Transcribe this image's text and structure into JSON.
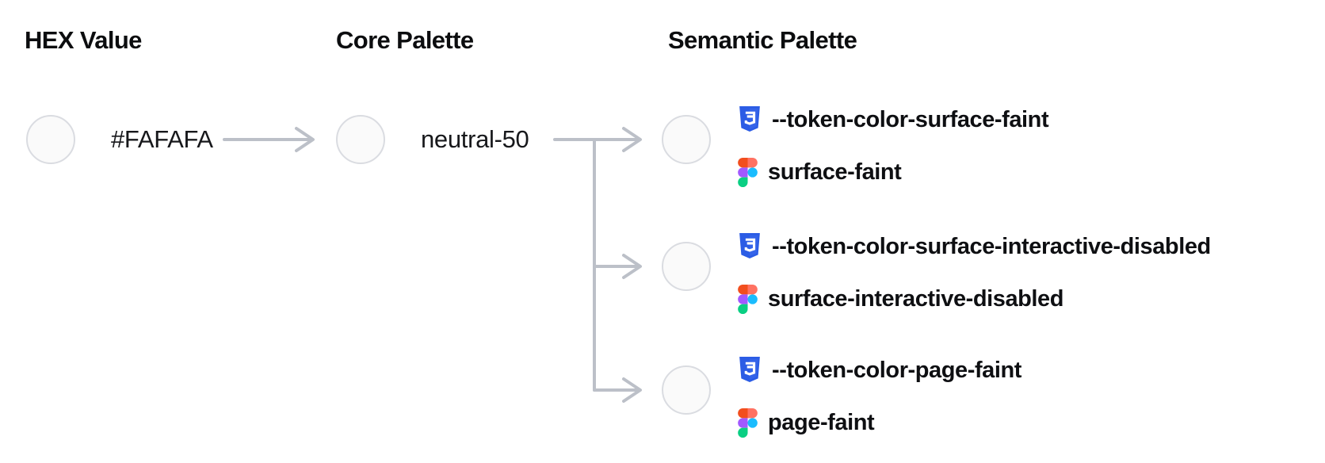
{
  "diagram": {
    "headers": {
      "hex": "HEX Value",
      "core": "Core Palette",
      "semantic": "Semantic Palette"
    },
    "hex_node": {
      "label": "#FAFAFA",
      "swatch_color": "#FAFAFA"
    },
    "core_node": {
      "label": "neutral-50",
      "swatch_color": "#FAFAFA"
    },
    "semantic_tokens": [
      {
        "css": "--token-color-surface-faint",
        "figma": "surface-faint",
        "swatch_color": "#FAFAFA"
      },
      {
        "css": "--token-color-surface-interactive-disabled",
        "figma": "surface-interactive-disabled",
        "swatch_color": "#FAFAFA"
      },
      {
        "css": "--token-color-page-faint",
        "figma": "page-faint",
        "swatch_color": "#FAFAFA"
      }
    ],
    "icons": {
      "css_token": "css3-shield-icon",
      "figma_token": "figma-logo-icon"
    },
    "colors": {
      "swatch_fill": "#FAFAFA",
      "swatch_border": "#DADCE1",
      "connector_gray": "#BCC0C8",
      "text_dark": "#0E0F12",
      "css_icon_blue": "#2B5CE5",
      "figma_orange_red": "#F24E1E",
      "figma_salmon": "#FF7262",
      "figma_purple": "#A259FF",
      "figma_blue": "#1ABCFE",
      "figma_green": "#0ACF83"
    }
  }
}
